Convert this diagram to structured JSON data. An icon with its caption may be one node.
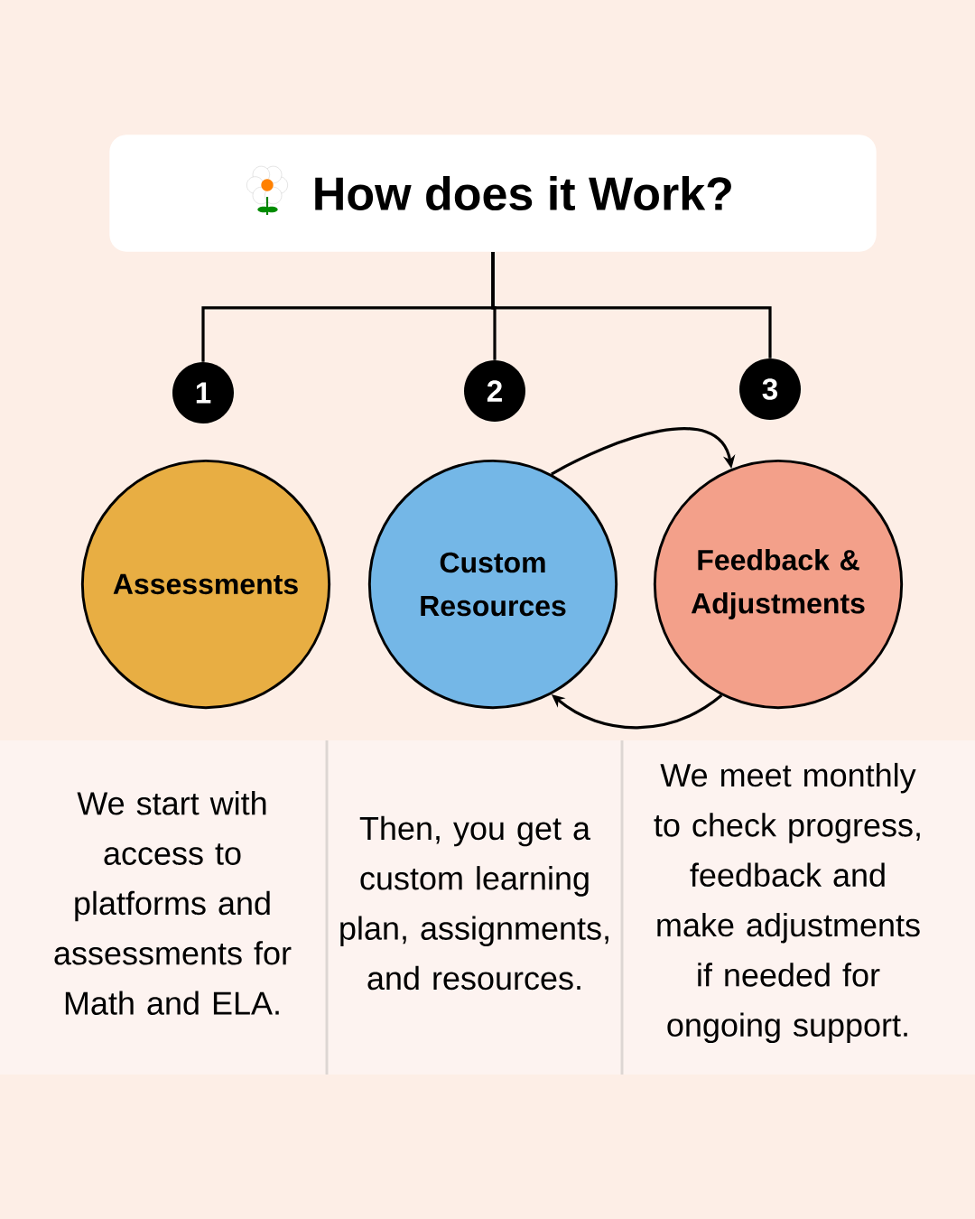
{
  "diagram": {
    "nodes": [
      {
        "text": [
          "How does it Work?"
        ]
      },
      {
        "text": [
          "1"
        ]
      },
      {
        "text": [
          "2"
        ]
      },
      {
        "text": [
          "3"
        ]
      },
      {
        "text": [
          "Assessments"
        ]
      },
      {
        "text": [
          "Custom Resources"
        ]
      },
      {
        "text": [
          "Feedback & Adjustments"
        ]
      }
    ],
    "edges": [
      {
        "from": 0,
        "to": 1,
        "arrow": "none"
      },
      {
        "from": 0,
        "to": 2,
        "arrow": "none"
      },
      {
        "from": 0,
        "to": 3,
        "arrow": "none"
      },
      {
        "from": 5,
        "to": 6,
        "arrow": "to"
      },
      {
        "from": 6,
        "to": 5,
        "arrow": "to"
      }
    ],
    "labels": [
      "We start with access to platforms and assessments for Math and ELA.",
      "Then, you get a custom learning plan, assignments, and resources.",
      "We meet monthly to check progress, feedback and make adjustments if needed for ongoing support."
    ]
  }
}
